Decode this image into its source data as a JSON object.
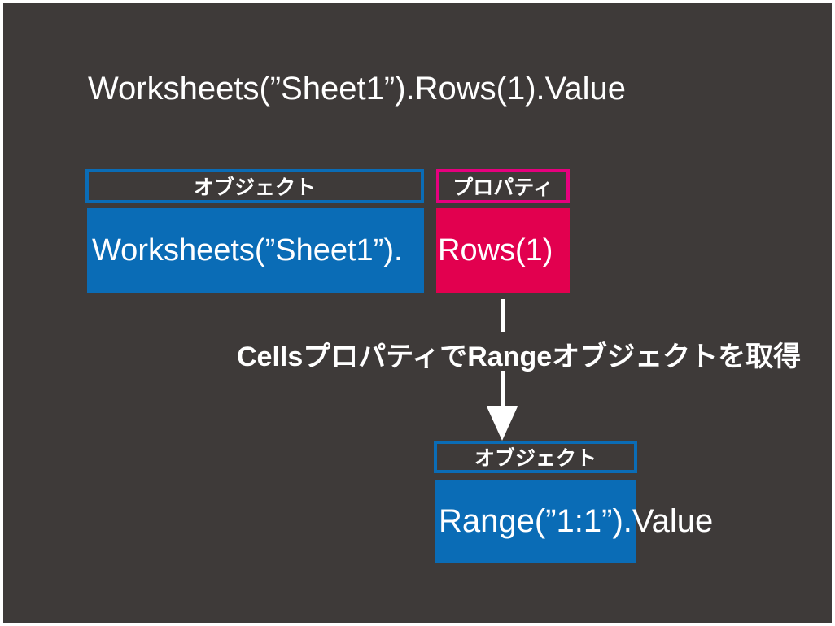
{
  "colors": {
    "background": "#3e3a39",
    "frame": "#ffffff",
    "blue": "#0a6cb6",
    "pink_fill": "#e2004f",
    "pink_border": "#e6007e",
    "text": "#ffffff"
  },
  "title": "Worksheets(”Sheet1”).Rows(1).Value",
  "top_row": {
    "object_label": "オブジェクト",
    "property_label": "プロパティ",
    "object_code": "Worksheets(”Sheet1”).",
    "property_code": "Rows(1)"
  },
  "arrow": {
    "caption": "CellsプロパティでRangeオブジェクトを取得"
  },
  "bottom_row": {
    "object_label": "オブジェクト",
    "code_inside": "Range(”1:1”)",
    "code_suffix": ".Value"
  }
}
